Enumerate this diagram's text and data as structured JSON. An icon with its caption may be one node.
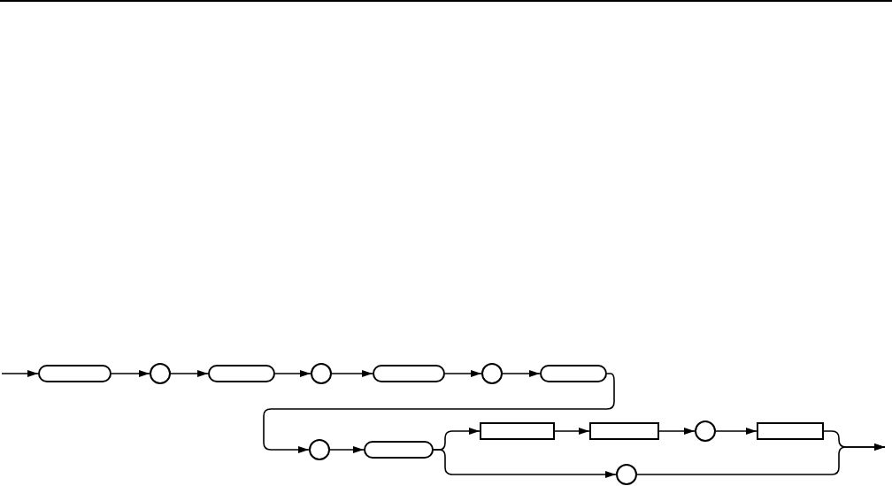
{
  "diagram": {
    "nodes": [
      {
        "text": [],
        "shape": "pill"
      },
      {
        "text": [],
        "shape": "circle"
      },
      {
        "text": [],
        "shape": "pill"
      },
      {
        "text": [],
        "shape": "circle"
      },
      {
        "text": [],
        "shape": "pill"
      },
      {
        "text": [],
        "shape": "circle"
      },
      {
        "text": [],
        "shape": "pill"
      },
      {
        "text": [],
        "shape": "circle"
      },
      {
        "text": [],
        "shape": "pill"
      },
      {
        "text": [],
        "shape": "box"
      },
      {
        "text": [],
        "shape": "box"
      },
      {
        "text": [],
        "shape": "circle"
      },
      {
        "text": [],
        "shape": "box"
      },
      {
        "text": [],
        "shape": "circle"
      }
    ],
    "edges": [
      {
        "from": null,
        "to": 0,
        "arrow": "to"
      },
      {
        "from": 0,
        "to": 1,
        "arrow": "to"
      },
      {
        "from": 1,
        "to": 2,
        "arrow": "to"
      },
      {
        "from": 2,
        "to": 3,
        "arrow": "to"
      },
      {
        "from": 3,
        "to": 4,
        "arrow": "to"
      },
      {
        "from": 4,
        "to": 5,
        "arrow": "to"
      },
      {
        "from": 5,
        "to": 6,
        "arrow": "to"
      },
      {
        "from": 6,
        "to": 7,
        "arrow": "to"
      },
      {
        "from": 7,
        "to": 8,
        "arrow": "to"
      },
      {
        "from": 8,
        "to": 9,
        "arrow": "to"
      },
      {
        "from": 9,
        "to": 10,
        "arrow": "to"
      },
      {
        "from": 10,
        "to": 11,
        "arrow": "to"
      },
      {
        "from": 11,
        "to": 12,
        "arrow": "to"
      },
      {
        "from": 8,
        "to": 13,
        "arrow": "to"
      },
      {
        "from": 12,
        "to": null,
        "arrow": "to"
      },
      {
        "from": 13,
        "to": null,
        "arrow": "to"
      }
    ]
  }
}
